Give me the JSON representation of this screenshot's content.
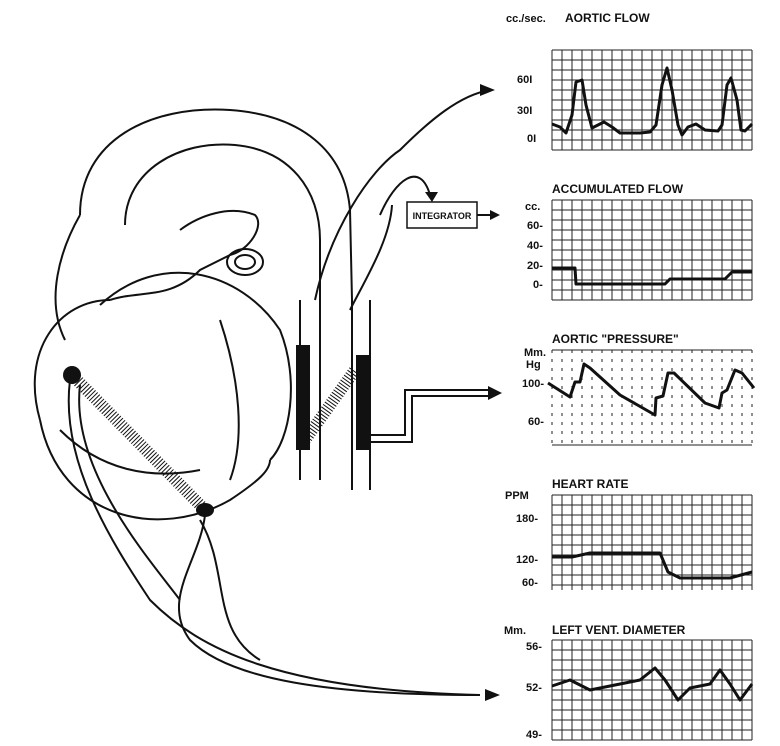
{
  "integrator_label": "INTEGRATOR",
  "panels": [
    {
      "title": "AORTIC FLOW",
      "unit": "cc./sec.",
      "ticks": [
        "60I",
        "30I",
        "0I"
      ]
    },
    {
      "title": "ACCUMULATED FLOW",
      "unit": "cc.",
      "ticks": [
        "60-",
        "40-",
        "20-",
        "0-"
      ]
    },
    {
      "title": "AORTIC \"PRESSURE\"",
      "unit": "Mm.",
      "unit2": "Hg",
      "ticks": [
        "100-",
        "60-"
      ]
    },
    {
      "title": "HEART RATE",
      "unit": "PPM",
      "ticks": [
        "180-",
        "120-",
        "60-"
      ]
    },
    {
      "title": "LEFT VENT. DIAMETER",
      "unit": "Mm.",
      "ticks": [
        "56-",
        "52-",
        "49-"
      ]
    }
  ]
}
